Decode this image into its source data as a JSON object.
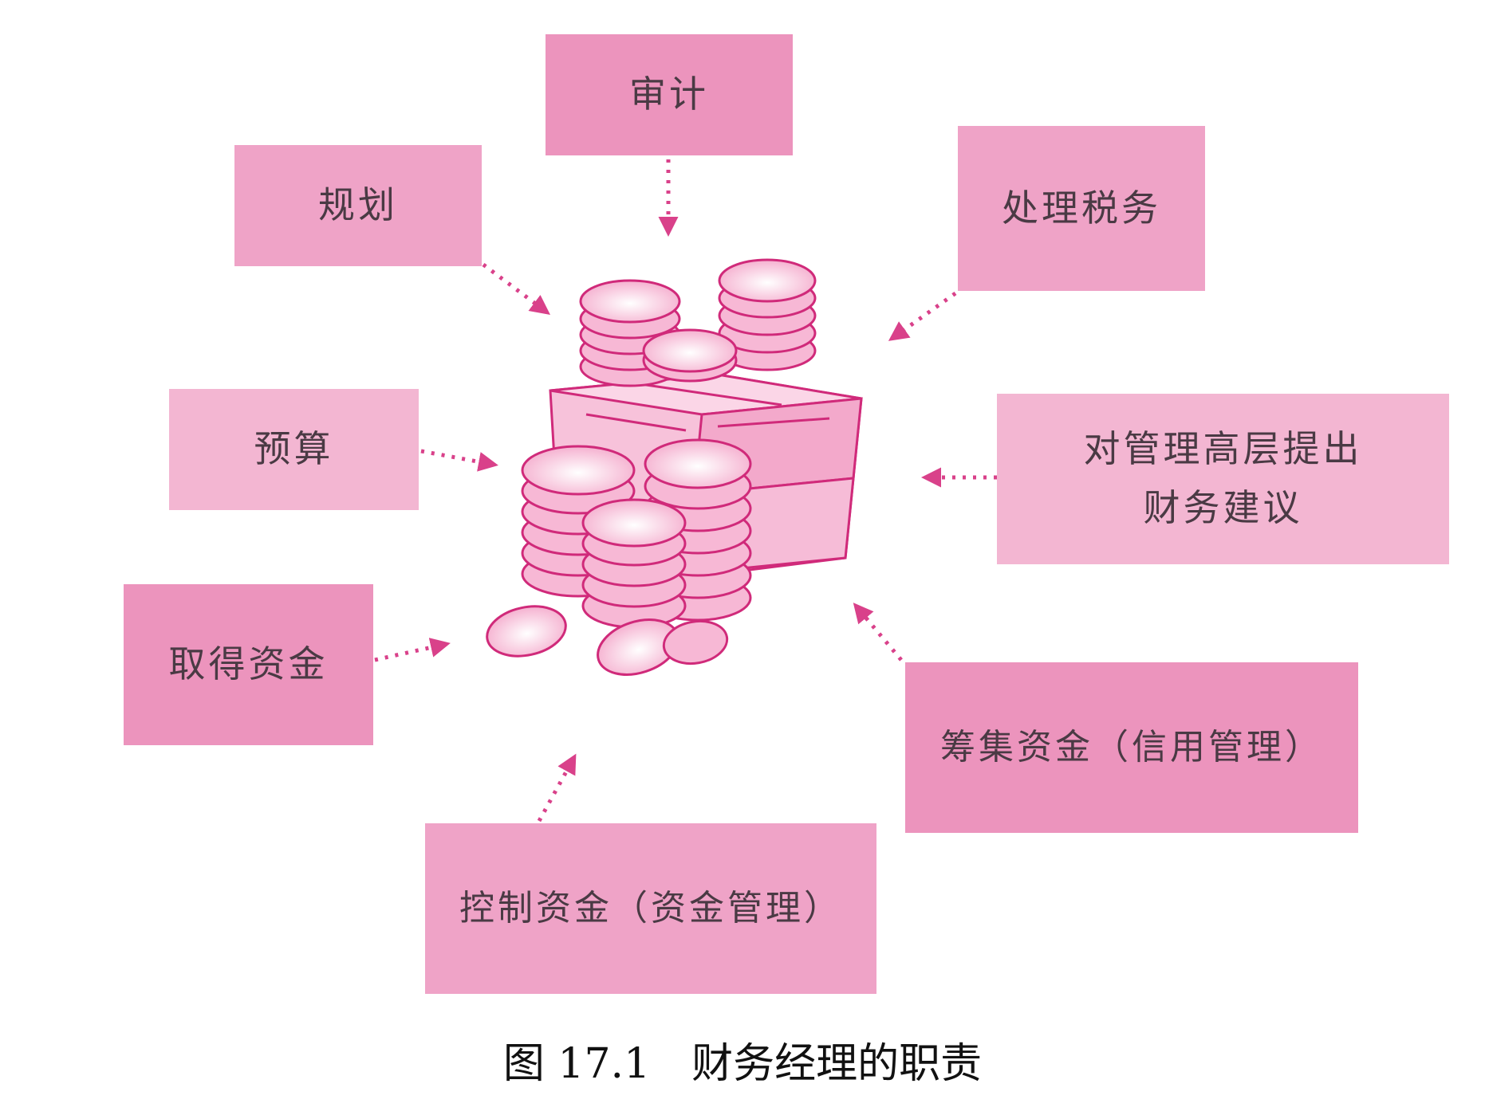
{
  "boxes": {
    "audit": "审计",
    "planning": "规划",
    "tax": "处理税务",
    "budget": "预算",
    "advice_line1": "对管理高层提出",
    "advice_line2": "财务建议",
    "acquire_funds": "取得资金",
    "raise_funds": "筹集资金（信用管理）",
    "control_funds": "控制资金（资金管理）"
  },
  "caption": "图 17.1　财务经理的职责",
  "colors": {
    "box_dark": "#ec94bd",
    "box_light": "#f3b6d2",
    "arrow": "#d9418a",
    "money_outline": "#d02a7a",
    "money_fill": "#f9cfe3"
  }
}
